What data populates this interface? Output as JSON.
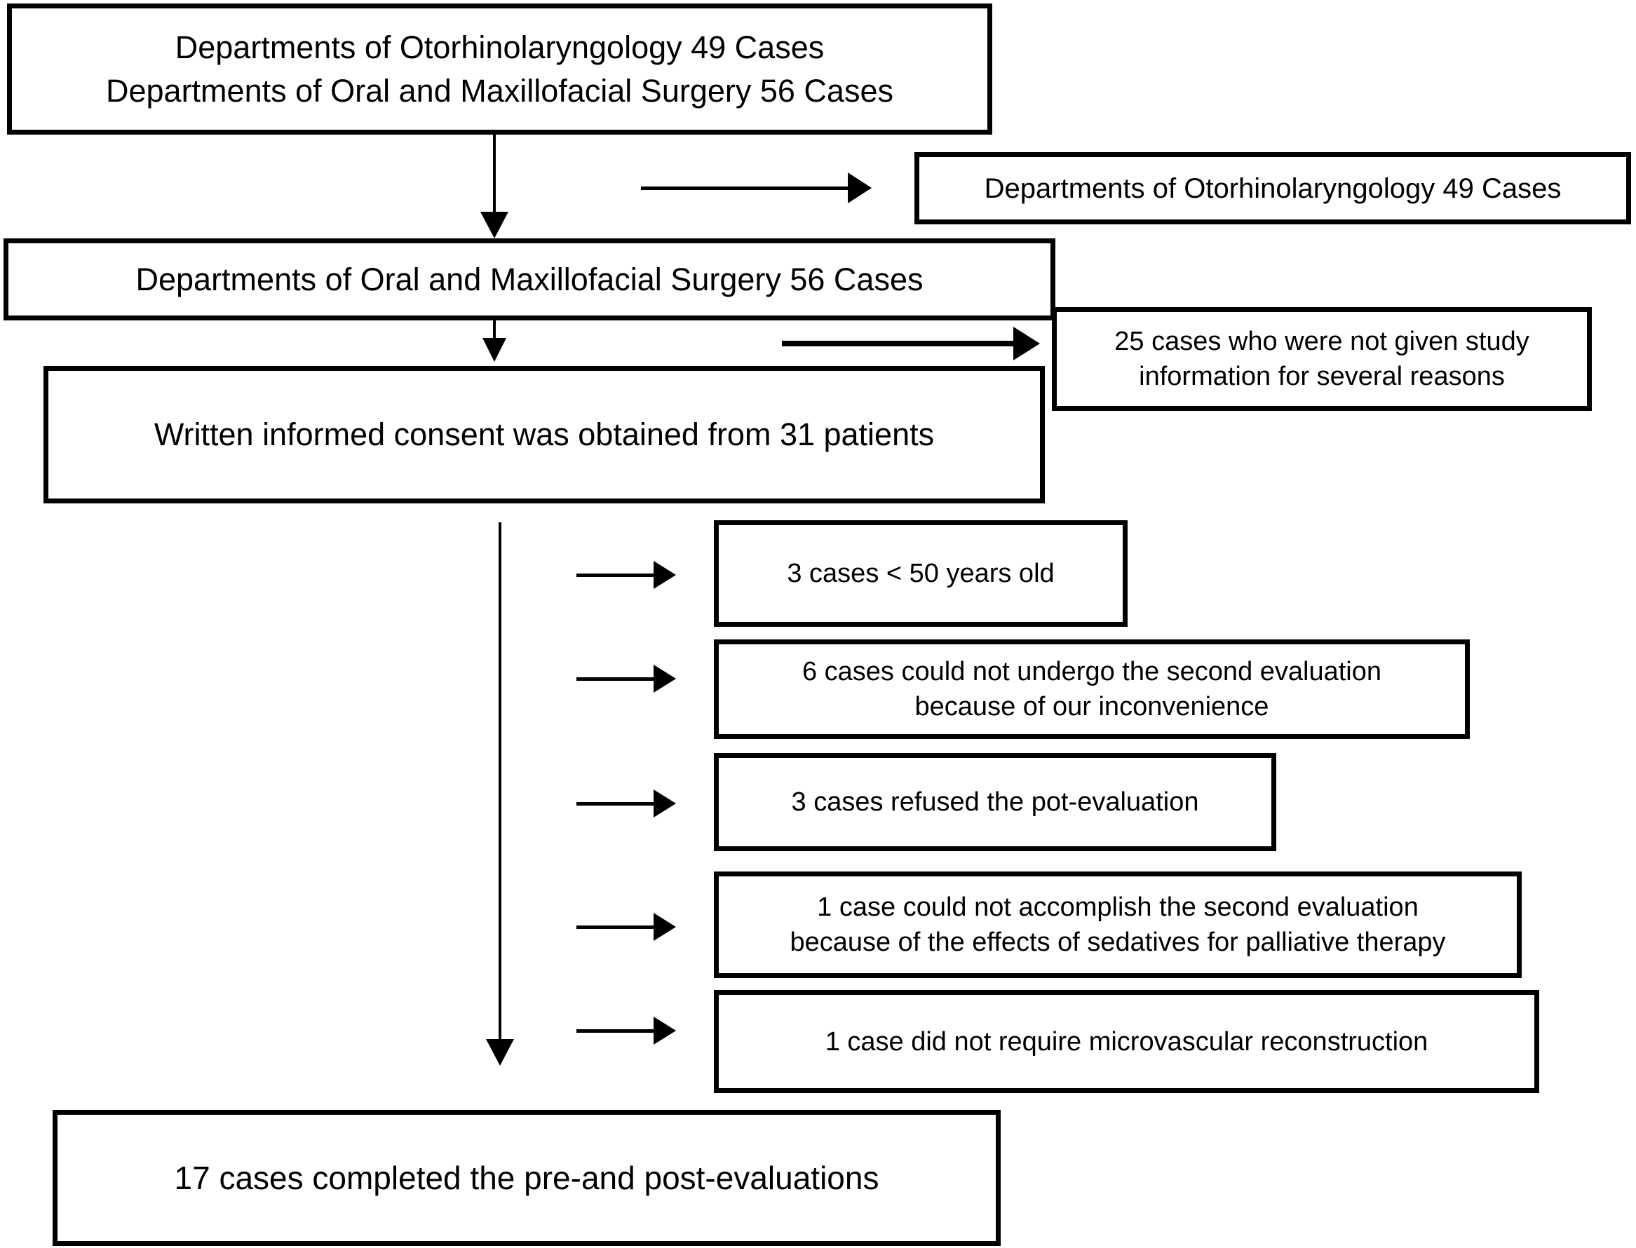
{
  "colors": {
    "ink": "#000000",
    "paper": "#ffffff"
  },
  "flowchart": {
    "box_source": {
      "line1": "Departments of Otorhinolaryngology 49 Cases",
      "line2": "Departments of Oral and Maxillofacial Surgery 56 Cases"
    },
    "box_otorhinolaryngology": {
      "line1": "Departments of Otorhinolaryngology 49 Cases"
    },
    "box_oral_surgery": {
      "line1": "Departments of Oral and Maxillofacial Surgery 56 Cases"
    },
    "box_not_given_info": {
      "line1": "25 cases who were not given study",
      "line2": "information for several reasons"
    },
    "box_consent": {
      "line1": "Written informed consent was obtained from 31 patients"
    },
    "box_under_50": {
      "line1": "3 cases < 50 years old"
    },
    "box_second_evaluation": {
      "line1": "6 cases could not undergo the second evaluation",
      "line2": "because of our inconvenience"
    },
    "box_refused": {
      "line1": "3 cases refused the pot-evaluation"
    },
    "box_sedatives": {
      "line1": "1 case could not accomplish the second evaluation",
      "line2": "because of the effects of sedatives for palliative therapy"
    },
    "box_no_microvascular": {
      "line1": "1 case did not require microvascular reconstruction"
    },
    "box_completed": {
      "line1": "17 cases completed the pre-and post-evaluations"
    }
  }
}
